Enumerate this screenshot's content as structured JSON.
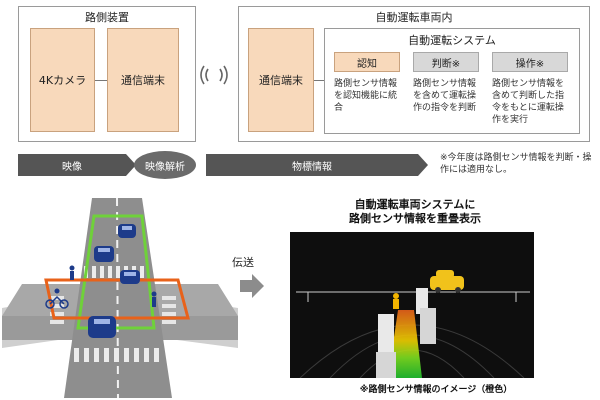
{
  "roadside": {
    "title": "路側装置",
    "camera": "4Kカメラ",
    "comm": "通信端末"
  },
  "vehicle": {
    "title": "自動運転車両内",
    "comm": "通信端末",
    "system": {
      "title": "自動運転システム",
      "modules": [
        {
          "label": "認知",
          "desc": "路側センサ情報を認知機能に統合"
        },
        {
          "label": "判断※",
          "desc": "路側センサ情報を含めて運転操作の指令を判断"
        },
        {
          "label": "操作※",
          "desc": "路側センサ情報を含めて判断した指令をもとに運転操作を実行"
        }
      ]
    }
  },
  "flow": {
    "video": "映像",
    "analysis": "映像解析",
    "object_info": "物標情報"
  },
  "note": "※今年度は路側センサ情報を判断・操作には適用なし。",
  "transmit": "伝送",
  "display": {
    "title": "自動運転車両システムに\n路側センサ情報を重畳表示",
    "caption": "※路側センサ情報のイメージ（橙色）"
  },
  "colors": {
    "tan": "#f8d9bb",
    "orange_zone": "#e8621a",
    "green_zone": "#6fd13a",
    "car_blue": "#1d3b8a",
    "car_yellow": "#f1c21b"
  }
}
